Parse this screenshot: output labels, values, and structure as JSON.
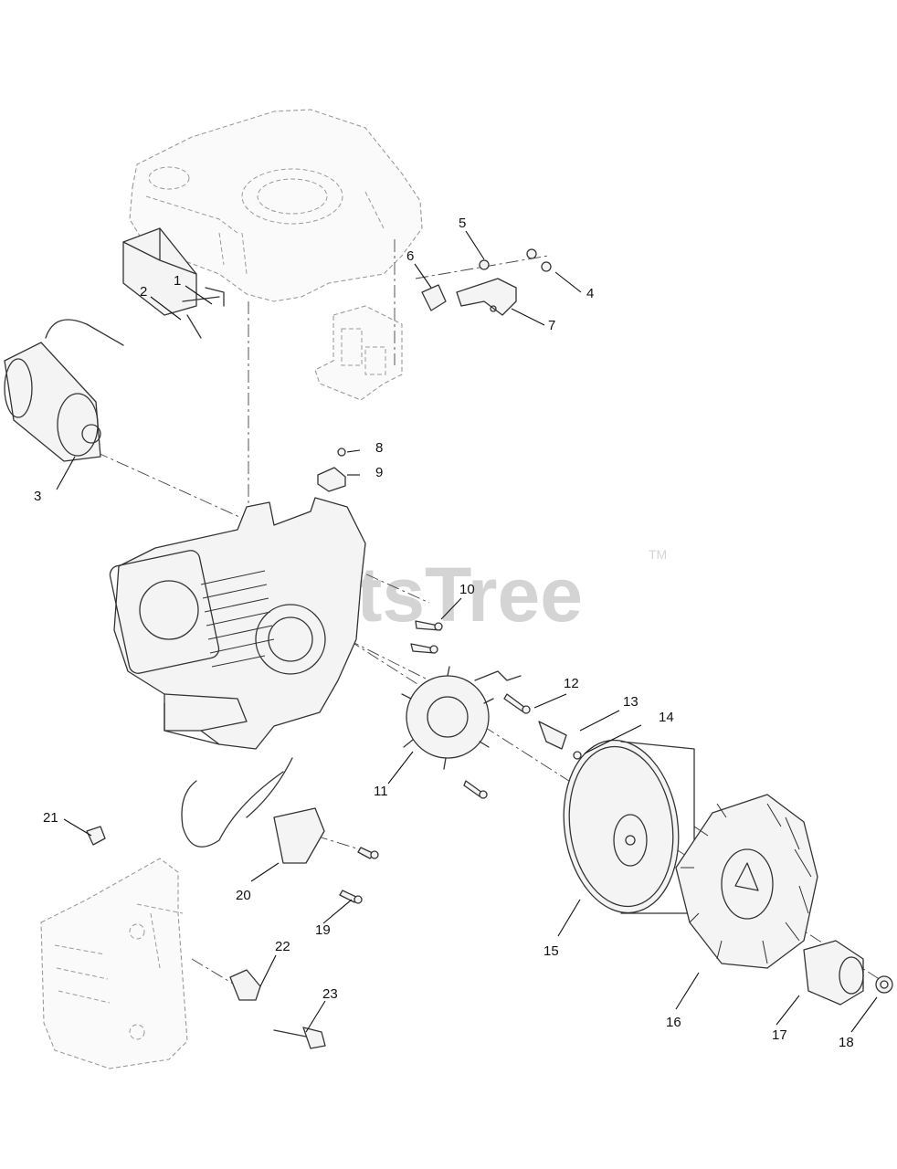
{
  "watermark": {
    "text": "PartsTree",
    "trademark": "TM"
  },
  "callouts": [
    {
      "id": "1",
      "label": "1"
    },
    {
      "id": "2",
      "label": "2"
    },
    {
      "id": "3",
      "label": "3"
    },
    {
      "id": "4",
      "label": "4"
    },
    {
      "id": "5",
      "label": "5"
    },
    {
      "id": "6",
      "label": "6"
    },
    {
      "id": "7",
      "label": "7"
    },
    {
      "id": "8",
      "label": "8"
    },
    {
      "id": "9",
      "label": "9"
    },
    {
      "id": "10",
      "label": "10"
    },
    {
      "id": "11",
      "label": "11"
    },
    {
      "id": "12",
      "label": "12"
    },
    {
      "id": "13",
      "label": "13"
    },
    {
      "id": "14",
      "label": "14"
    },
    {
      "id": "15",
      "label": "15"
    },
    {
      "id": "16",
      "label": "16"
    },
    {
      "id": "17",
      "label": "17"
    },
    {
      "id": "18",
      "label": "18"
    },
    {
      "id": "19",
      "label": "19"
    },
    {
      "id": "20",
      "label": "20"
    },
    {
      "id": "21",
      "label": "21"
    },
    {
      "id": "22",
      "label": "22"
    },
    {
      "id": "23",
      "label": "23"
    }
  ],
  "colors": {
    "line": "#333333",
    "ghost": "#9a9a9a",
    "watermark": "#d4d4d4",
    "background": "#ffffff"
  }
}
